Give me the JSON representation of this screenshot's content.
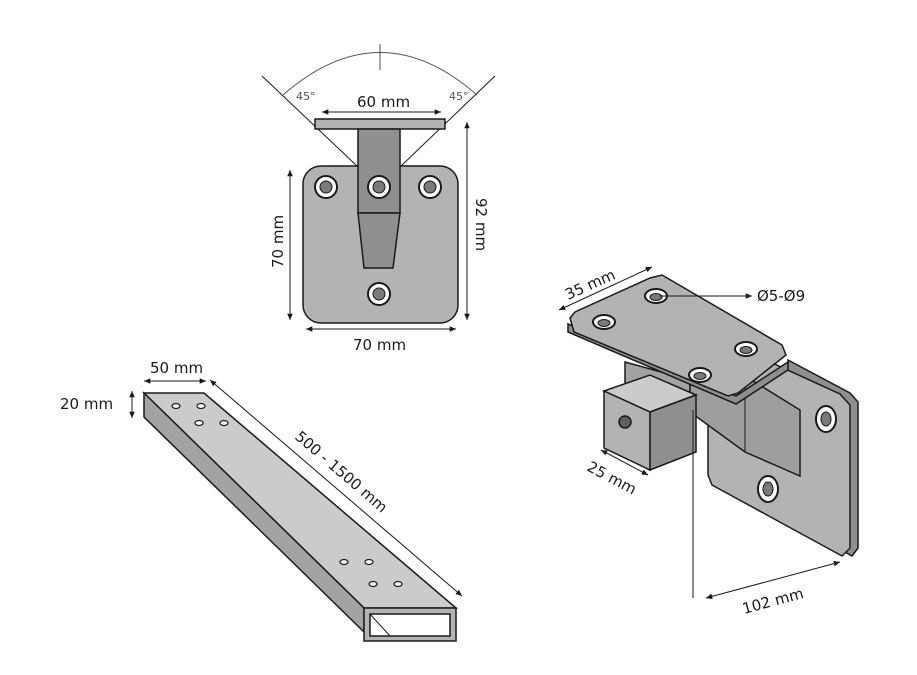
{
  "top_view": {
    "angle_left": "45°",
    "angle_right": "45°",
    "width_top": "60 mm",
    "height_left": "70 mm",
    "height_right": "92 mm",
    "width_bottom": "70 mm"
  },
  "tube": {
    "width": "50 mm",
    "height": "20 mm",
    "length": "500 - 1500 mm"
  },
  "bracket": {
    "plate_width": "35 mm",
    "hole_diameter": "Ø5-Ø9",
    "block_depth": "25 mm",
    "wall_length": "102 mm"
  },
  "colors": {
    "fill": "#b3b3b3",
    "fill_dark": "#8f8f8f",
    "fill_light": "#cbcbcb",
    "line": "#1a1a1a"
  }
}
